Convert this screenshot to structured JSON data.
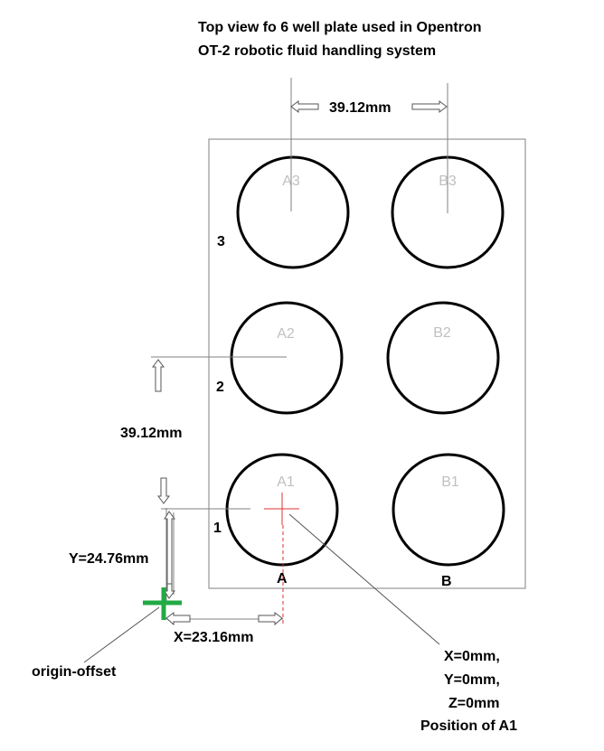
{
  "title": {
    "line1": "Top view fo 6 well plate used in Opentron",
    "line2": "OT-2 robotic fluid handling system"
  },
  "dimensions": {
    "horizontal_spacing": "39.12mm",
    "vertical_spacing": "39.12mm",
    "x_offset": "X=23.16mm",
    "y_offset": "Y=24.76mm"
  },
  "wells": [
    "A1",
    "A2",
    "A3",
    "B1",
    "B2",
    "B3"
  ],
  "rows": [
    "1",
    "2",
    "3"
  ],
  "columns": [
    "A",
    "B"
  ],
  "origin_label": "origin-offset",
  "a1_position": {
    "x": "X=0mm,",
    "y": "Y=0mm,",
    "z": "Z=0mm",
    "caption": "Position of A1"
  },
  "colors": {
    "well_outline": "#000000",
    "well_label": "#c0c0c0",
    "a1_marker": "#e03030",
    "origin_marker": "#22aa44",
    "plate_outline": "#808080"
  }
}
